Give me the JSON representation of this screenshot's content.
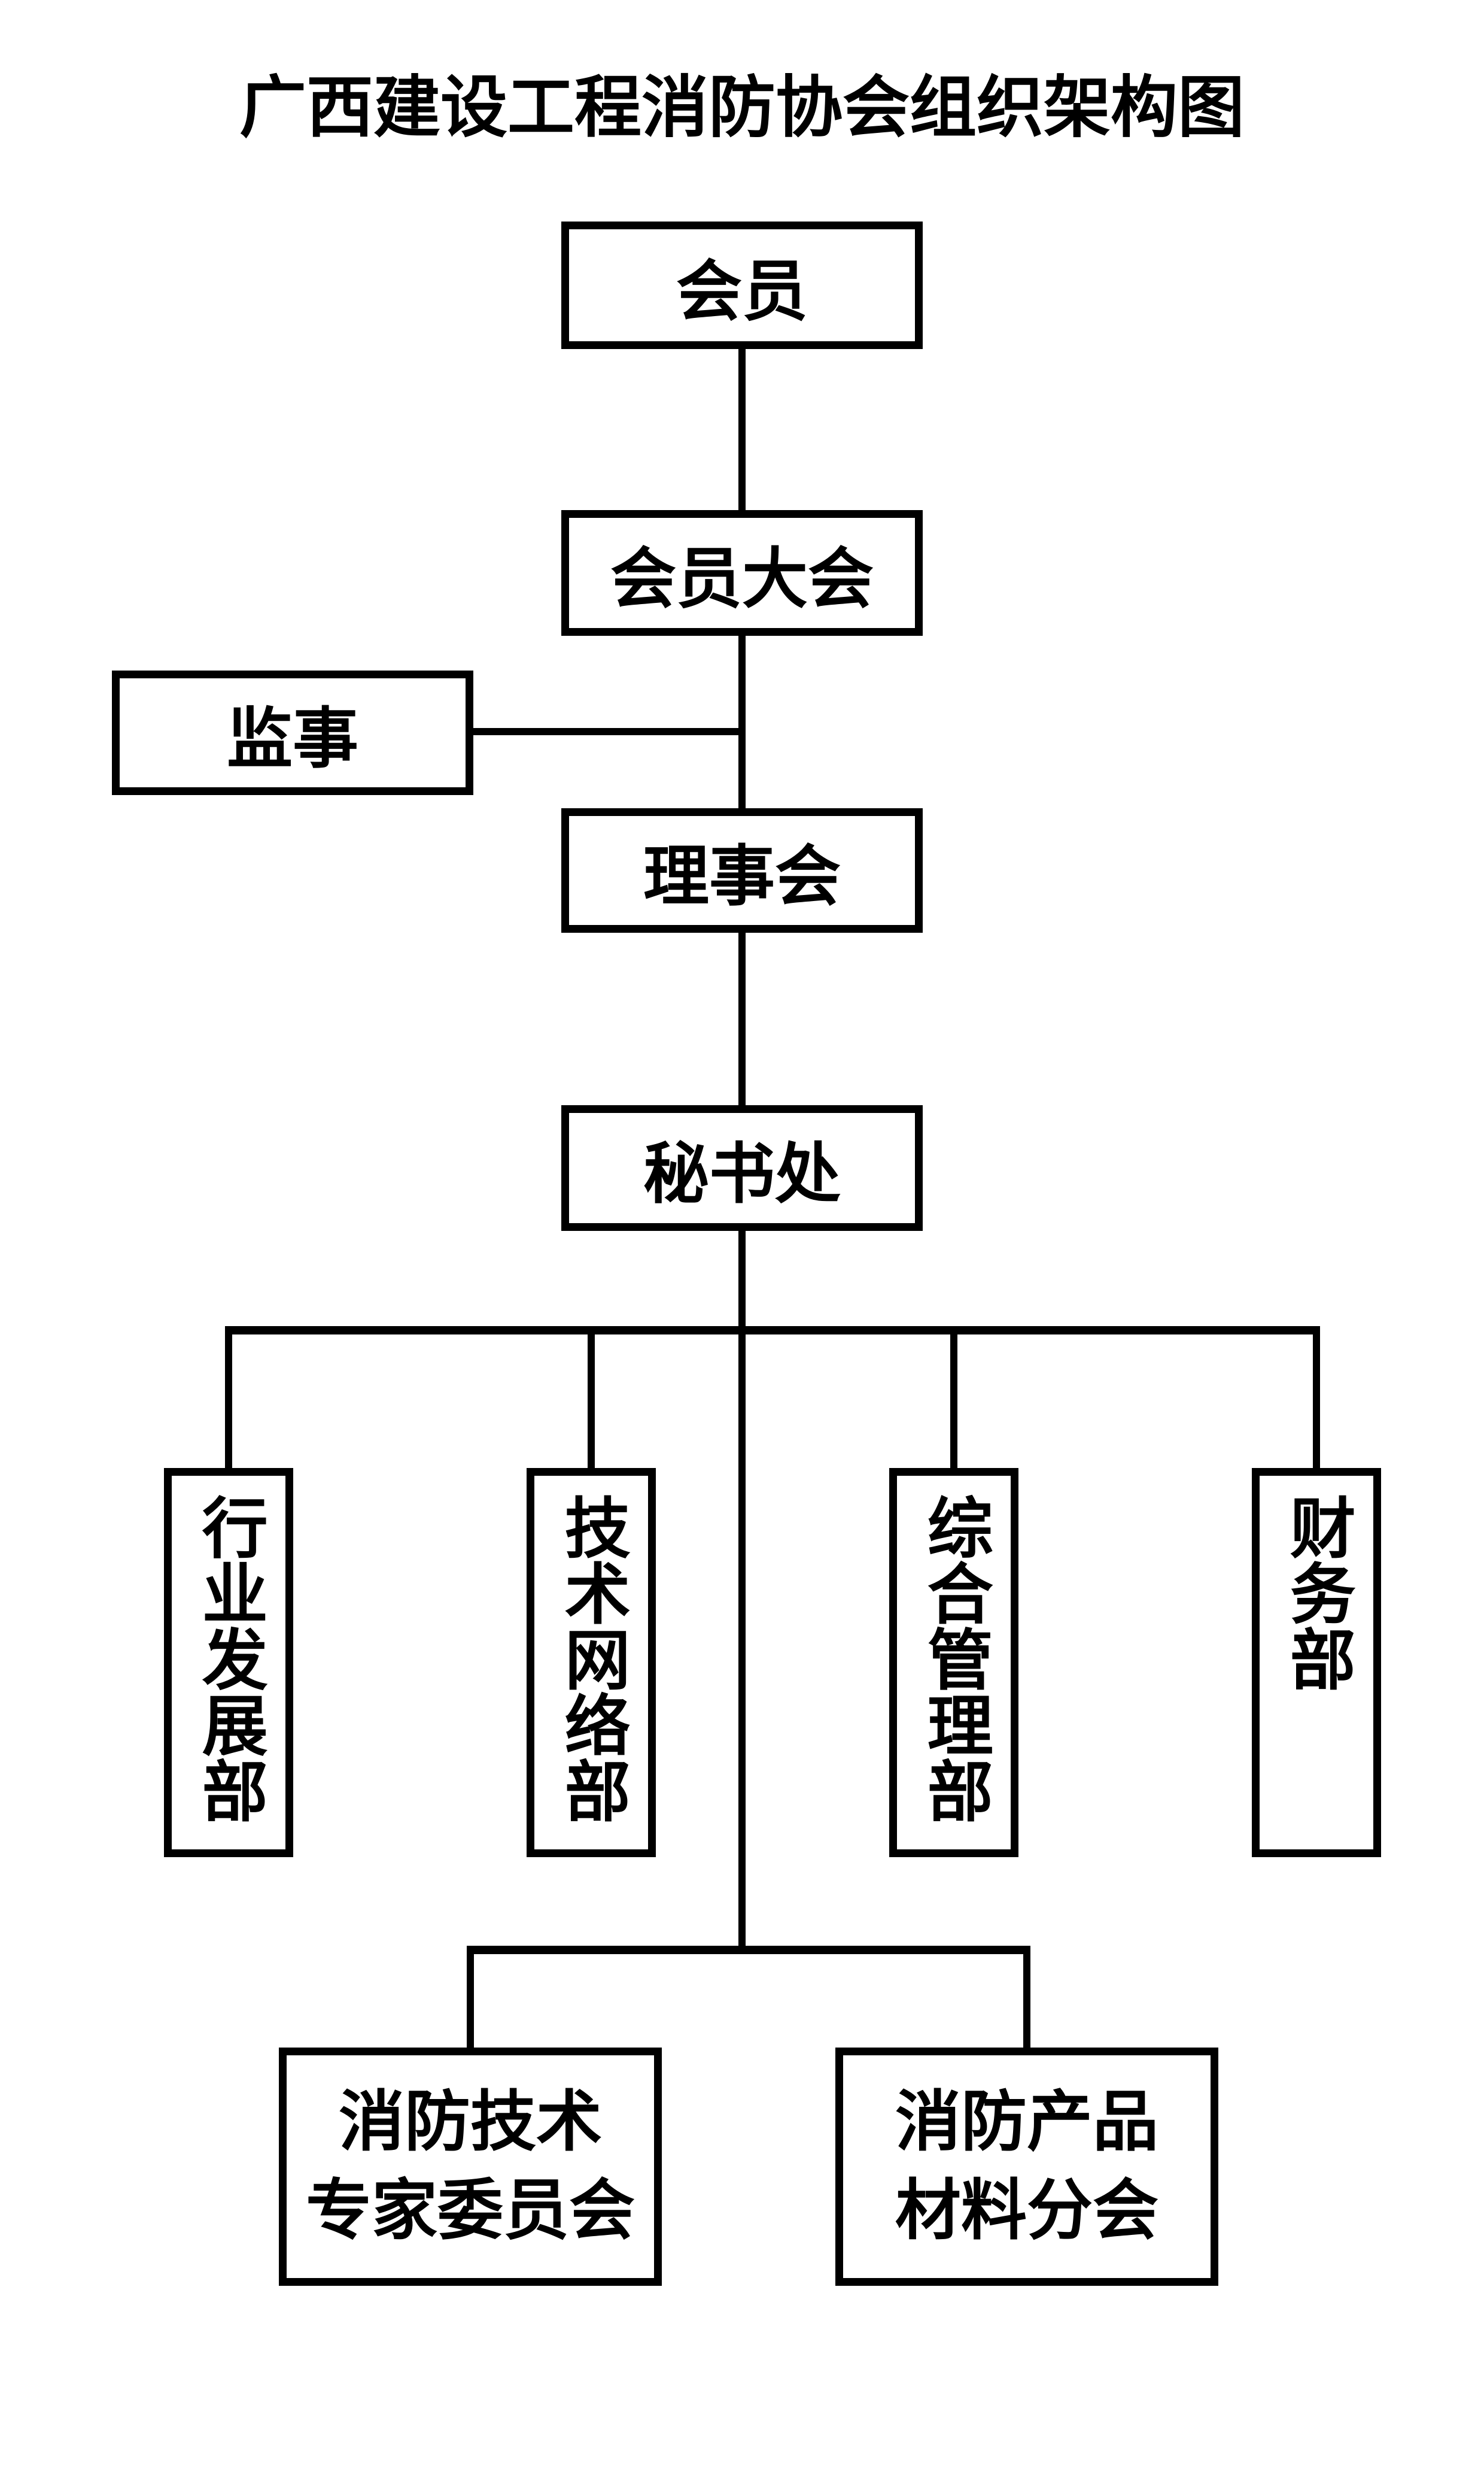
{
  "title": "广西建设工程消防协会组织架构图",
  "colors": {
    "background": "#ffffff",
    "line": "#000000",
    "text": "#000000"
  },
  "nodes": {
    "members": {
      "label": "会员"
    },
    "assembly": {
      "label": "会员大会"
    },
    "supervisors": {
      "label": "监事"
    },
    "council": {
      "label": "理事会"
    },
    "secretariat": {
      "label": "秘书处"
    },
    "industry_dev": {
      "label": "行业发展部",
      "orientation": "vertical"
    },
    "tech_network": {
      "label": "技术网络部",
      "orientation": "vertical"
    },
    "general_mgmt": {
      "label": "综合管理部",
      "orientation": "vertical"
    },
    "finance": {
      "label": "财务部",
      "orientation": "vertical"
    },
    "expert_committee": {
      "label": "消防技术\n专家委员会"
    },
    "products_branch": {
      "label": "消防产品\n材料分会"
    }
  },
  "edges": [
    [
      "会员",
      "会员大会"
    ],
    [
      "会员大会",
      "理事会"
    ],
    [
      "监事",
      "理事会连线"
    ],
    [
      "理事会",
      "秘书处"
    ],
    [
      "秘书处",
      "行业发展部"
    ],
    [
      "秘书处",
      "技术网络部"
    ],
    [
      "秘书处",
      "综合管理部"
    ],
    [
      "秘书处",
      "财务部"
    ],
    [
      "秘书处",
      "消防技术专家委员会"
    ],
    [
      "秘书处",
      "消防产品材料分会"
    ]
  ]
}
